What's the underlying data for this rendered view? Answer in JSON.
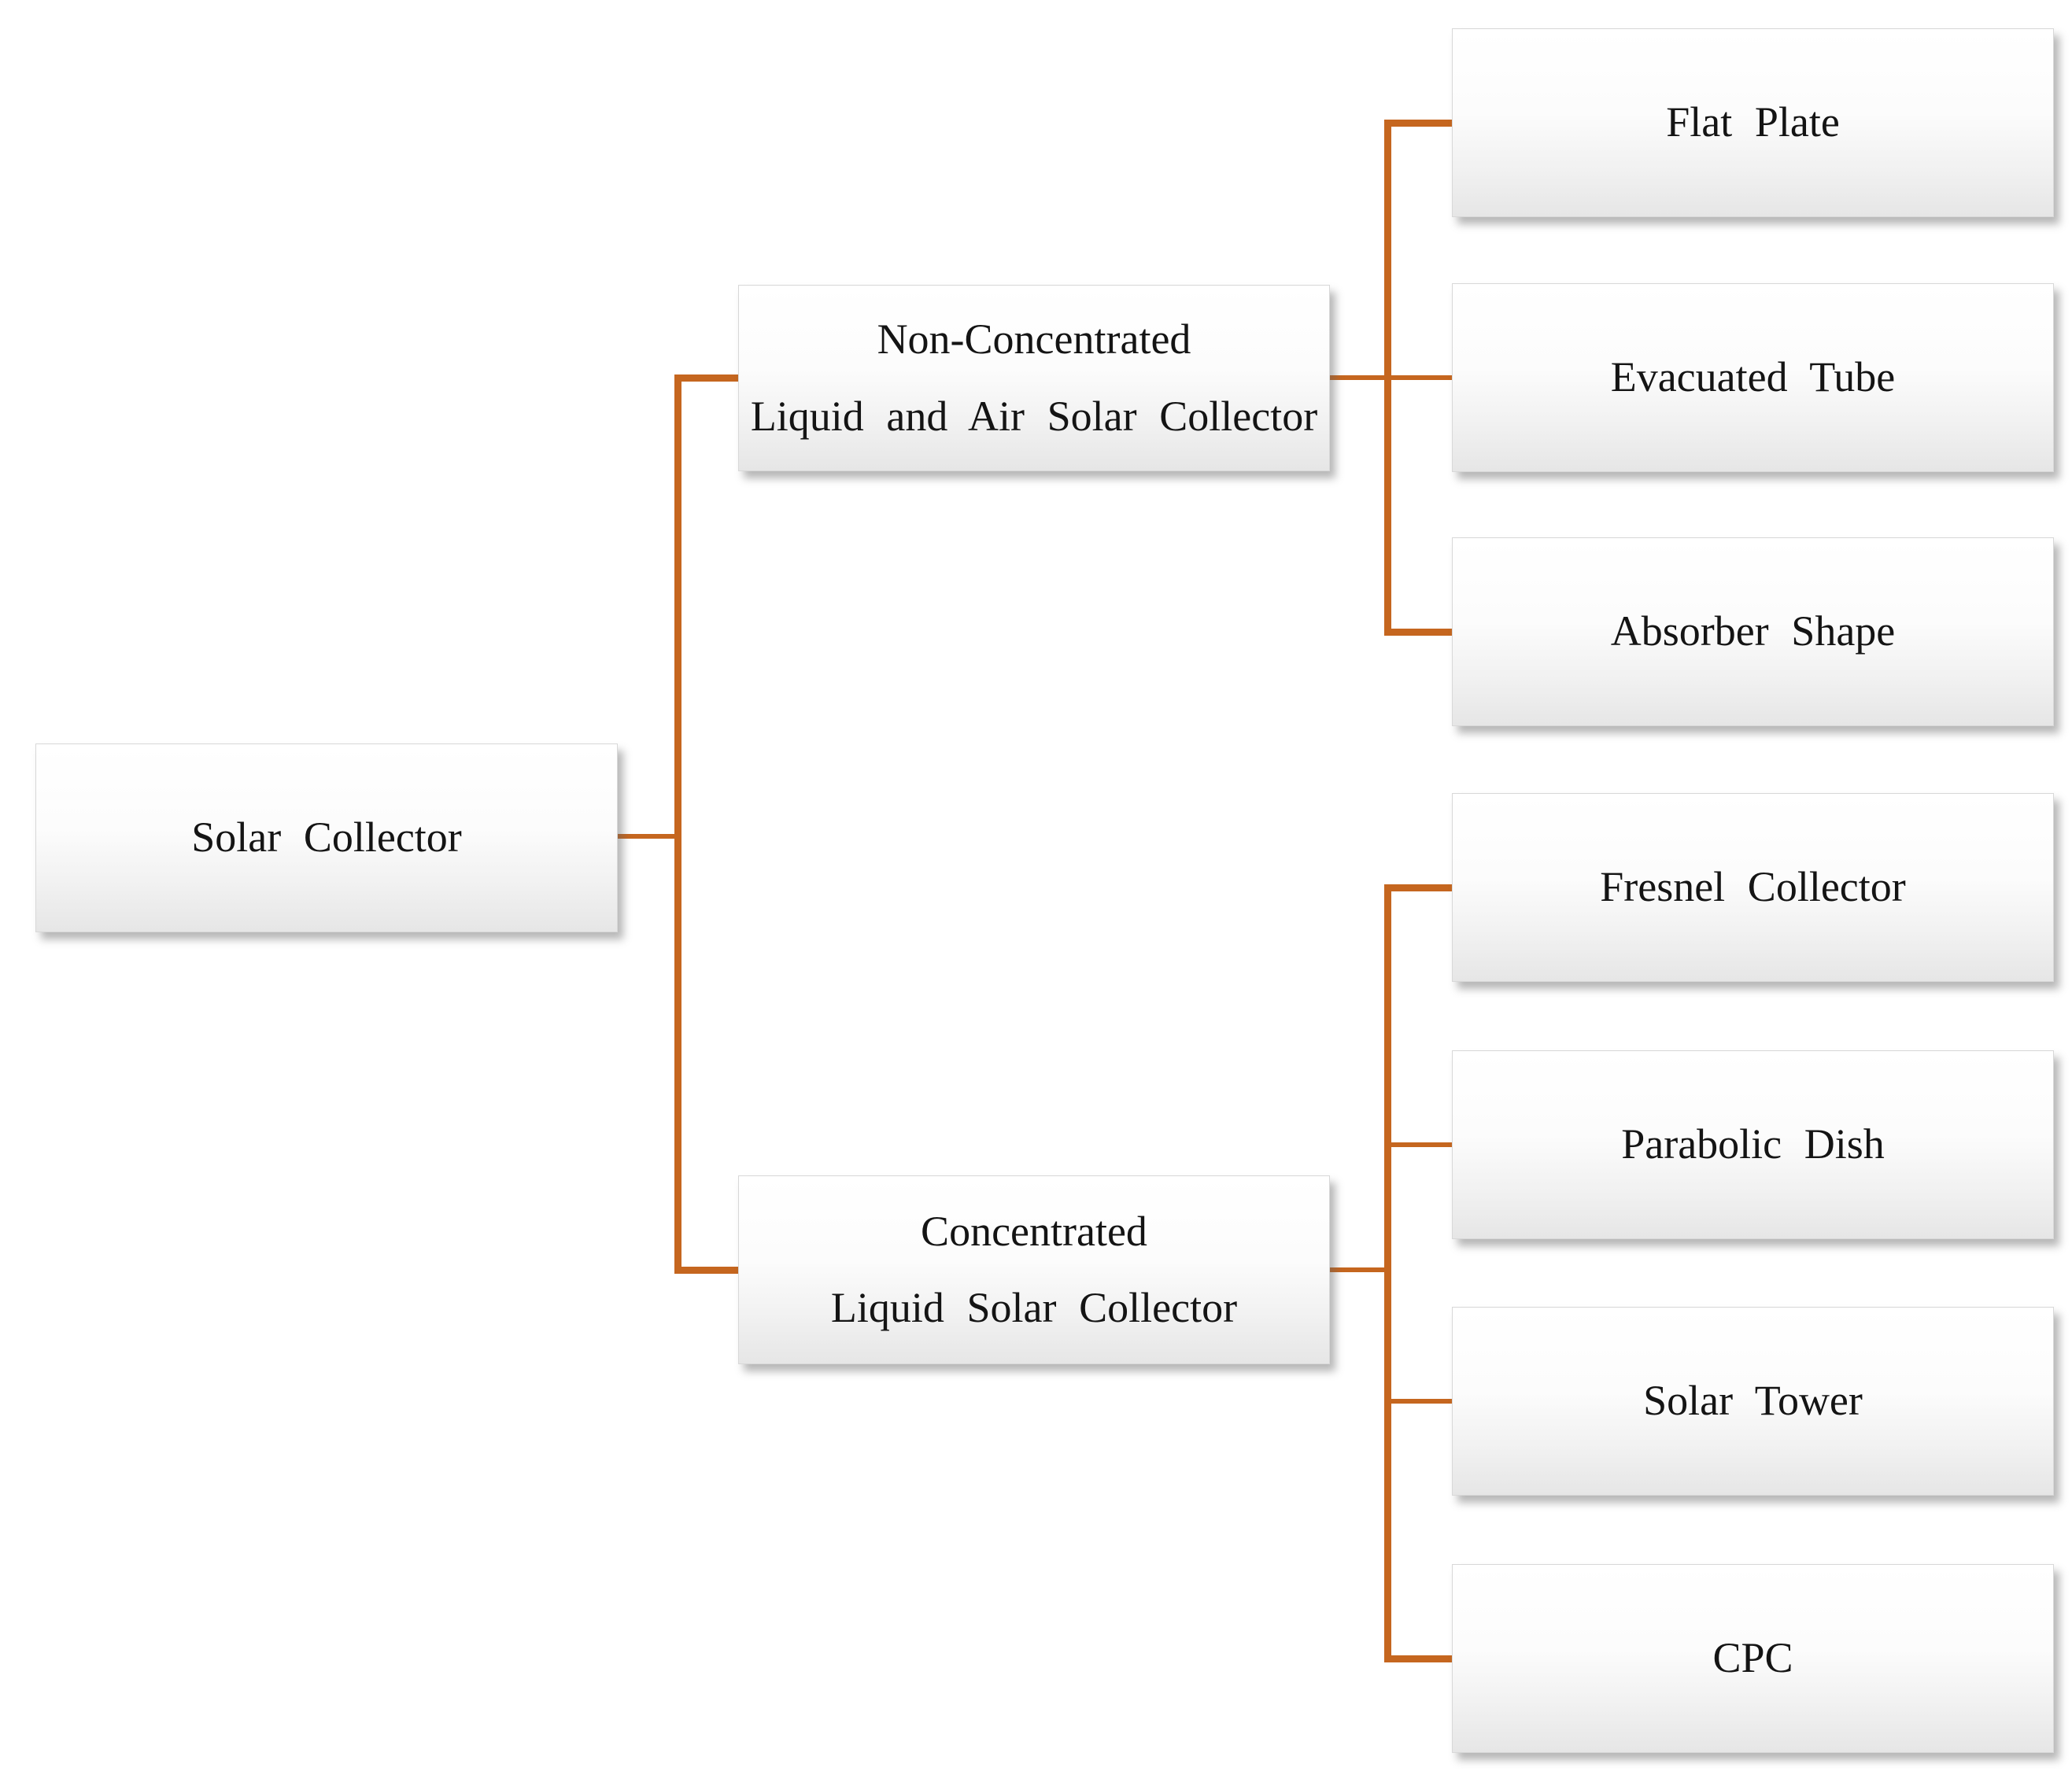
{
  "diagram": {
    "type": "tree",
    "connector_color": "#C5661F",
    "background_color": "#FFFFFF",
    "text_color": "#141414",
    "root": {
      "label": "Solar Collector"
    },
    "branches": [
      {
        "label_lines": [
          "Non-Concentrated",
          "Liquid and Air Solar Collector"
        ],
        "children": [
          {
            "label": "Flat Plate"
          },
          {
            "label": "Evacuated Tube"
          },
          {
            "label": "Absorber Shape"
          }
        ]
      },
      {
        "label_lines": [
          "Concentrated",
          "Liquid Solar Collector"
        ],
        "children": [
          {
            "label": "Fresnel Collector"
          },
          {
            "label": "Parabolic Dish"
          },
          {
            "label": "Solar Tower"
          },
          {
            "label": "CPC"
          }
        ]
      }
    ]
  }
}
